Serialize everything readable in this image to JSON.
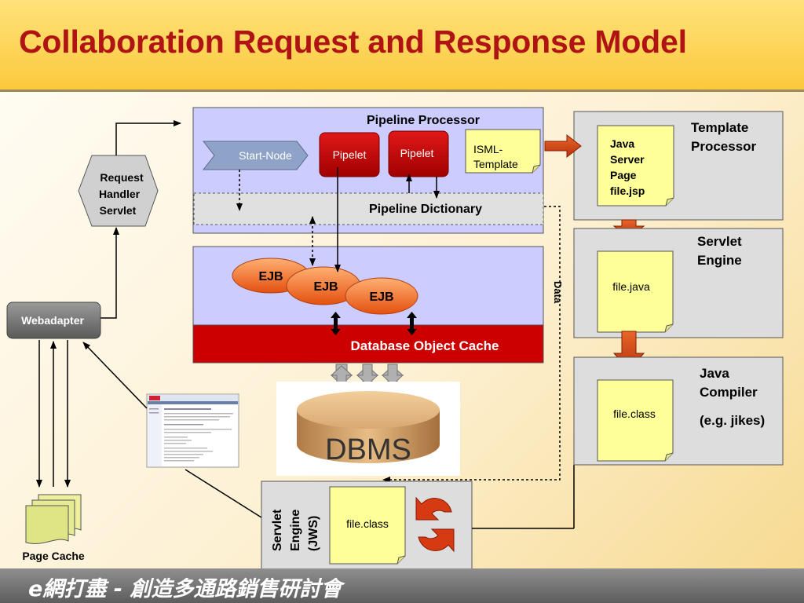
{
  "slide": {
    "title": "Collaboration Request and Response Model",
    "footer": "e網打盡 - 創造多通路銷售研討會"
  },
  "colors": {
    "title": "#b01313",
    "box_red": "#c00000",
    "lavender": "#ccccff",
    "gray_box": "#dddddd",
    "note_yellow": "#ffff99",
    "ejb_orange": "#f26c1d",
    "arrow_orange": "#d63a12"
  },
  "pipeline": {
    "title": "Pipeline Processor",
    "start_node": "Start-Node",
    "pipelet_1": "Pipelet",
    "pipelet_2": "Pipelet",
    "isml_line1": "ISML-",
    "isml_line2": "Template",
    "dictionary": "Pipeline Dictionary"
  },
  "ejb": {
    "a": "EJB",
    "b": "EJB",
    "c": "EJB",
    "cache": "Database Object Cache"
  },
  "dbms": {
    "label": "DBMS"
  },
  "request_handler": {
    "line1": "Request",
    "line2": "Handler",
    "line3": "Servlet"
  },
  "webadapter": {
    "label": "Webadapter"
  },
  "page_cache": {
    "label": "Page Cache"
  },
  "data_label": "Data",
  "template_processor": {
    "line1": "Template",
    "line2": "Processor",
    "note_line1": "Java",
    "note_line2": "Server",
    "note_line3": "Page",
    "note_line4": "file.jsp"
  },
  "servlet_engine": {
    "line1": "Servlet",
    "line2": "Engine",
    "note": "file.java"
  },
  "java_compiler": {
    "line1": "Java",
    "line2": "Compiler",
    "line3": "(e.g. jikes)",
    "note": "file.class"
  },
  "servlet_engine_jws": {
    "line1": "Servlet",
    "line2": "Engine",
    "line3": "(JWS)",
    "note": "file.class"
  },
  "icons": {
    "reload": "reload-icon",
    "browser_page": "browser-page-thumbnail"
  }
}
